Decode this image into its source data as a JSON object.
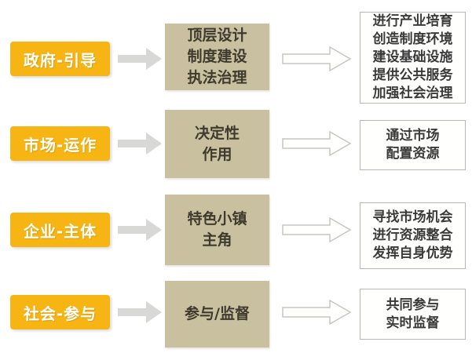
{
  "palette": {
    "accent_yellow": "#F7B513",
    "tan": "#C9C09F",
    "arrow_gray": "#D8D8D6",
    "outline_arrow_border": "#C6C6C0",
    "box_border": "#B8B8B2",
    "text_dark": "#3A3A3A",
    "text_on_yellow": "#FFFFFF"
  },
  "rows": [
    {
      "actor": "政府-引导",
      "role_lines": [
        "顶层设计",
        "制度建设",
        "执法治理"
      ],
      "outcome_lines": [
        "进行产业培育",
        "创造制度环境",
        "建设基础设施",
        "提供公共服务",
        "加强社会治理"
      ]
    },
    {
      "actor": "市场-运作",
      "role_lines": [
        "决定性",
        "作用"
      ],
      "outcome_lines": [
        "通过市场",
        "配置资源"
      ]
    },
    {
      "actor": "企业-主体",
      "role_lines": [
        "特色小镇",
        "主角"
      ],
      "outcome_lines": [
        "寻找市场机会",
        "进行资源整合",
        "发挥自身优势"
      ]
    },
    {
      "actor": "社会-参与",
      "role_lines": [
        "参与/监督"
      ],
      "outcome_lines": [
        "共同参与",
        "实时监督"
      ]
    }
  ]
}
